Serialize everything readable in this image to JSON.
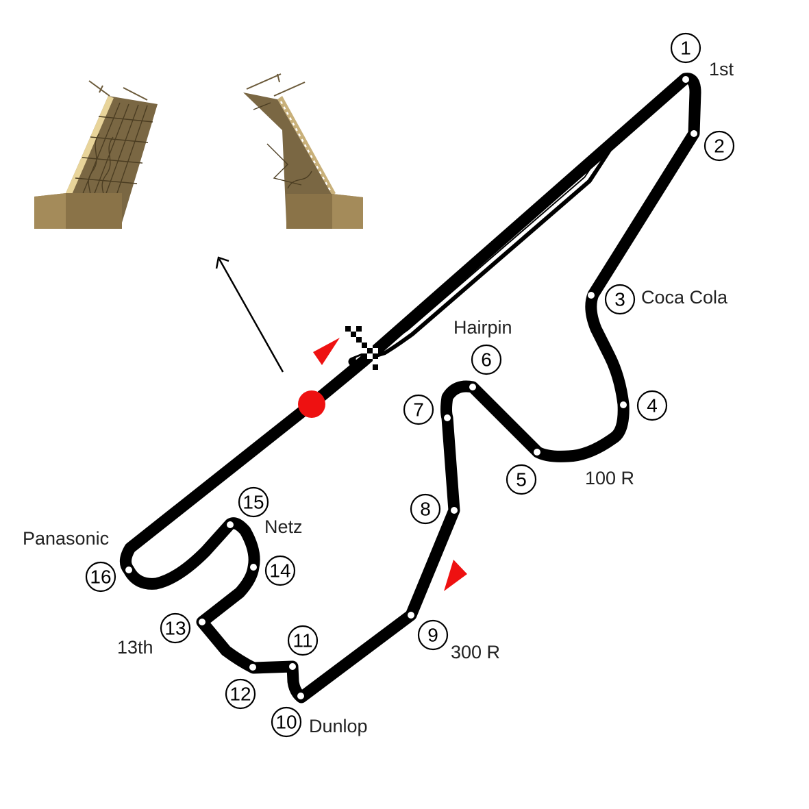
{
  "corners": [
    {
      "number": "1",
      "name": "1st"
    },
    {
      "number": "2",
      "name": ""
    },
    {
      "number": "3",
      "name": "Coca Cola"
    },
    {
      "number": "4",
      "name": ""
    },
    {
      "number": "5",
      "name": "100 R"
    },
    {
      "number": "6",
      "name": "Hairpin"
    },
    {
      "number": "7",
      "name": ""
    },
    {
      "number": "8",
      "name": ""
    },
    {
      "number": "9",
      "name": "300 R"
    },
    {
      "number": "10",
      "name": "Dunlop"
    },
    {
      "number": "11",
      "name": ""
    },
    {
      "number": "12",
      "name": ""
    },
    {
      "number": "13",
      "name": "13th"
    },
    {
      "number": "14",
      "name": ""
    },
    {
      "number": "15",
      "name": "Netz"
    },
    {
      "number": "16",
      "name": "Panasonic"
    }
  ],
  "colors": {
    "track": "#000000",
    "direction_marker": "#ee1111",
    "location_dot": "#ee1111",
    "bridge_stone": "#8a7348",
    "bridge_leaf": "#7a6743"
  },
  "icons": {
    "finish": "checkered-flag-icon",
    "bridge": "drawbridge-icon",
    "arrow": "pointer-arrow-icon",
    "location": "location-dot-icon",
    "direction": "direction-triangle-icon"
  }
}
